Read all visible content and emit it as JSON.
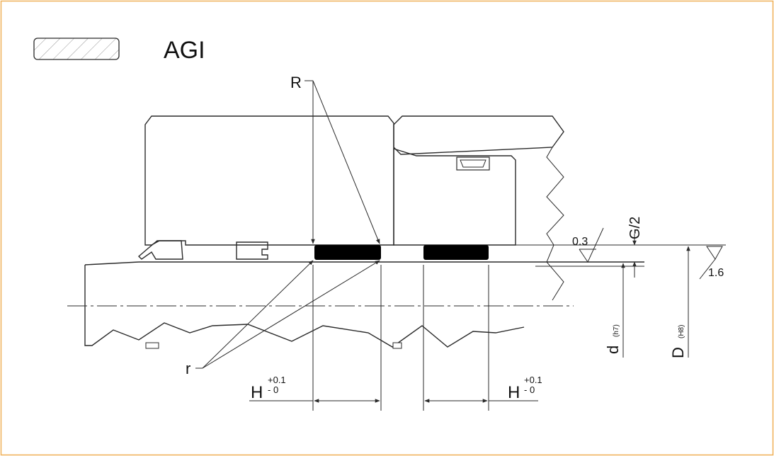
{
  "legend": {
    "material_label": "AGI"
  },
  "labels": {
    "R": "R",
    "r": "r",
    "H_left": "H",
    "H_right": "H",
    "tol_plus": "+0.1",
    "tol_minus": "- 0",
    "G2": "G/2",
    "d": "d",
    "d_tol": "(h7)",
    "D": "D",
    "D_tol": "(H8)",
    "roughness_rod": "0.3",
    "roughness_bore": "1.6"
  },
  "colors": {
    "frame": "#f0b25a",
    "lines": "#2a2a2a",
    "hatch": "#8a8a8a",
    "seal": "#000000"
  }
}
